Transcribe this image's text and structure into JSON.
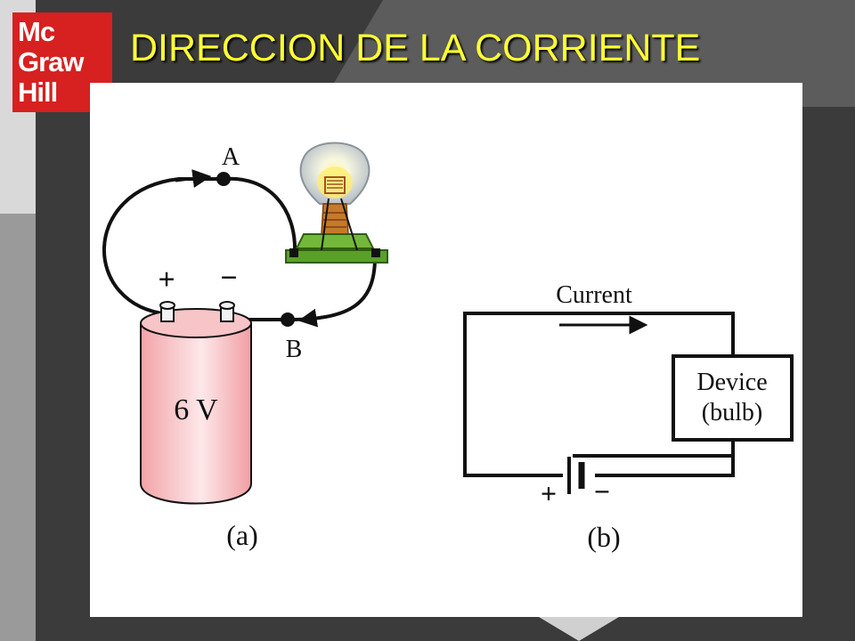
{
  "slide": {
    "title": "DIRECCION DE LA CORRIENTE",
    "logo_lines": [
      "Mc",
      "Graw",
      "Hill"
    ]
  },
  "figure_a": {
    "point_a": "A",
    "point_b": "B",
    "plus": "+",
    "minus": "−",
    "battery_label": "6 V",
    "caption": "(a)"
  },
  "figure_b": {
    "current_label": "Current",
    "device_line1": "Device",
    "device_line2": "(bulb)",
    "plus": "+",
    "minus": "−",
    "caption": "(b)"
  },
  "colors": {
    "title": "#ffff33",
    "logo": "#d72020",
    "battery": "#f2a9ad",
    "bulb_base": "#5aa028"
  }
}
